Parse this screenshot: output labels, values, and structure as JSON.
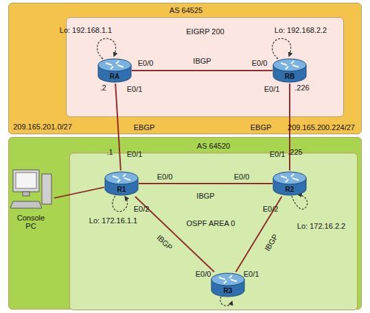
{
  "diagram": {
    "nodes": [
      {
        "text": [
          "AS 64525"
        ]
      },
      {
        "text": [
          "EIGRP 200"
        ],
        "in": 0
      },
      {
        "text": [
          "RA"
        ],
        "in": 1
      },
      {
        "text": [
          "RB"
        ],
        "in": 1
      },
      {
        "text": [
          "AS 64520"
        ]
      },
      {
        "text": [
          "OSPF AREA 0"
        ],
        "in": 4
      },
      {
        "text": [
          "R1"
        ],
        "in": 5
      },
      {
        "text": [
          "R2"
        ],
        "in": 5
      },
      {
        "text": [
          "R3"
        ],
        "in": 5
      },
      {
        "text": [
          "Console PC"
        ],
        "in": 4
      }
    ],
    "edges": [
      {
        "from": 2,
        "to": 3,
        "label": "IBGP",
        "arrow": "none"
      },
      {
        "from": 2,
        "to": 6,
        "label": "EBGP",
        "arrow": "none"
      },
      {
        "from": 3,
        "to": 7,
        "label": "EBGP",
        "arrow": "none"
      },
      {
        "from": 6,
        "to": 7,
        "label": "IBGP",
        "arrow": "none"
      },
      {
        "from": 6,
        "to": 8,
        "label": "IBGP",
        "arrow": "none"
      },
      {
        "from": 7,
        "to": 8,
        "label": "IBGP",
        "arrow": "none"
      },
      {
        "from": 9,
        "to": 6,
        "arrow": "none"
      }
    ],
    "labels": [
      "Lo: 192.168.1.1",
      "Lo: 192.168.2.2",
      "E0/0",
      "E0/0",
      "E0/1",
      ".2",
      "E0/1",
      ".226",
      "209.165.201.0/27",
      "209.165.200.224/27",
      ".1",
      "E0/1",
      ".225",
      "E0/1",
      "E0/0",
      "E0/0",
      "E0/2",
      "E0/2",
      "Lo: 172.16.1.1",
      "Lo: 172.16.2.2",
      "E0/0",
      "E0/1"
    ]
  }
}
